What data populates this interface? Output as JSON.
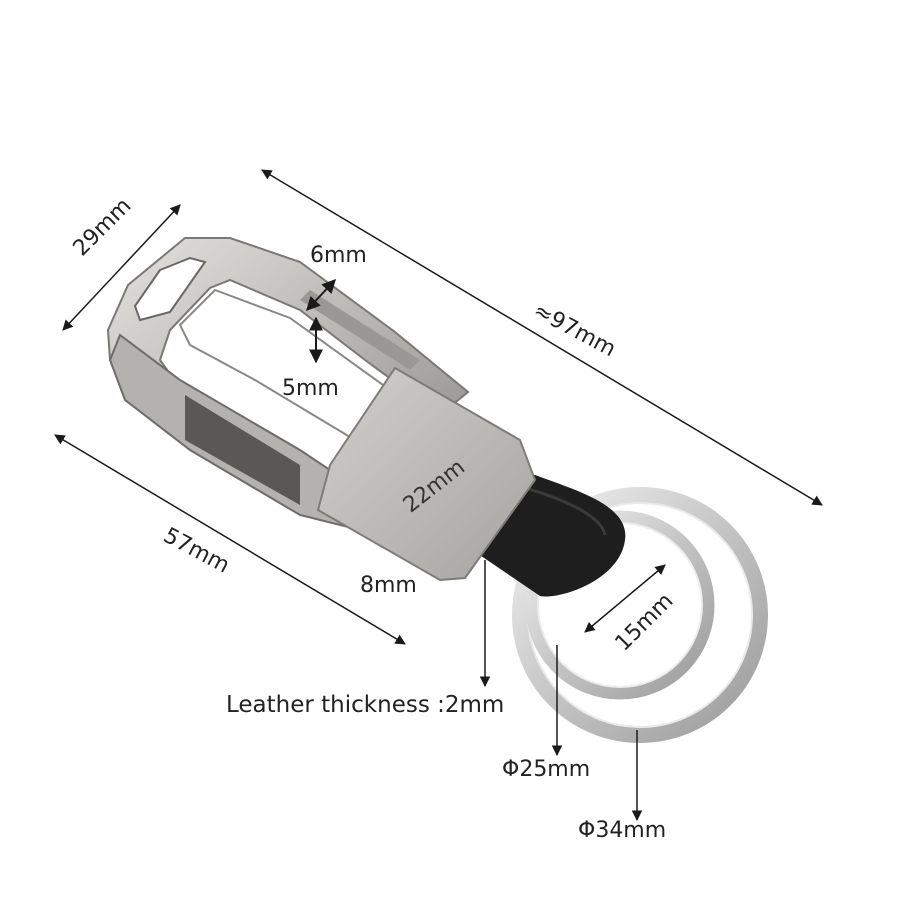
{
  "image": {
    "subject": "Metal carabiner keychain with black leather strap and two split key rings"
  },
  "dimensions": {
    "width_label": "29mm",
    "length_label": "≈97mm",
    "body_length_label": "57mm",
    "frame_width_label": "6mm",
    "frame_gap_label": "5mm",
    "plate_width_label": "22mm",
    "strap_label": "8mm",
    "small_ring_inner_label": "15mm",
    "leather_thickness_label": "Leather thickness :2mm",
    "small_ring_diameter_label": "Φ25mm",
    "large_ring_diameter_label": "Φ34mm"
  },
  "colors": {
    "metal_light": "#d6d4d0",
    "metal_mid": "#a9a7a3",
    "metal_dark": "#5e5c59",
    "leather": "#1c1c1c",
    "ring": "#cfcfcf",
    "line": "#1a1a1a"
  }
}
